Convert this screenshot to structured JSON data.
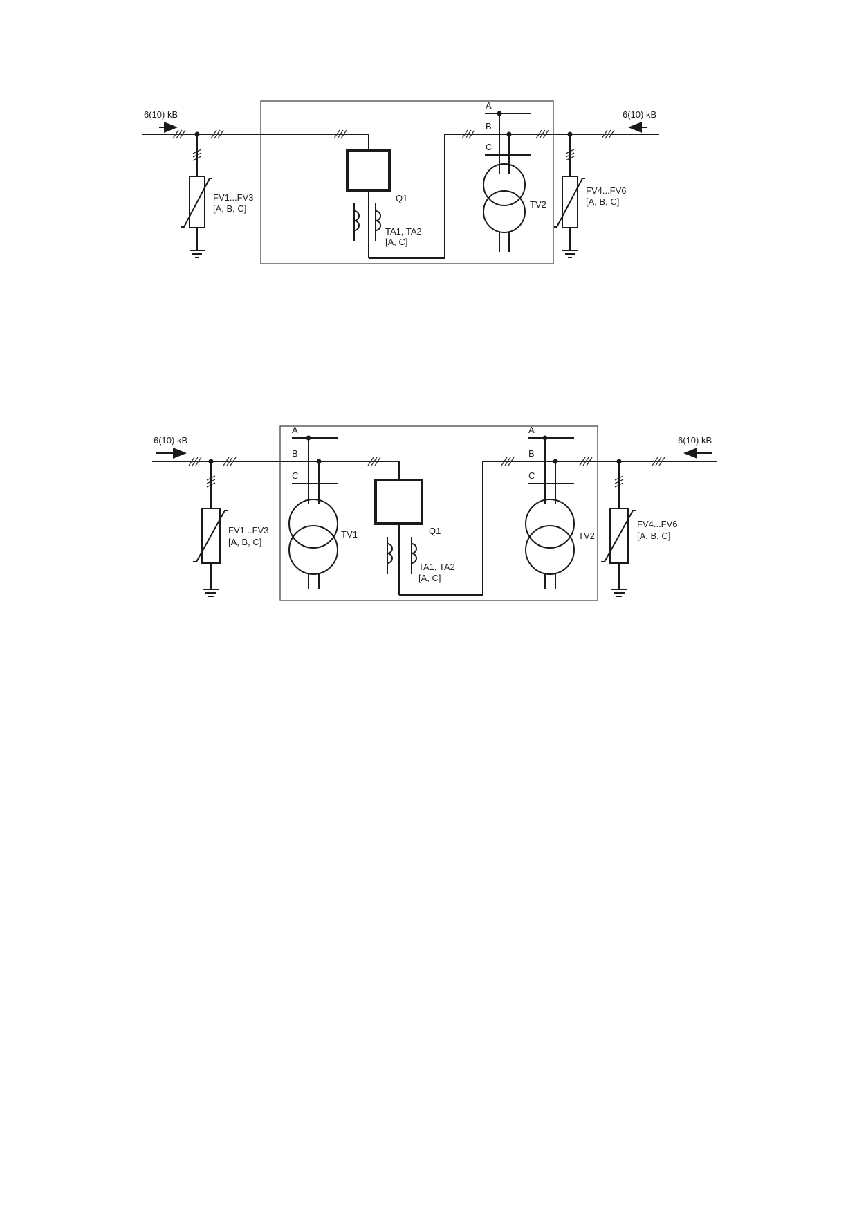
{
  "diagram1": {
    "voltage_left": "6(10) kB",
    "voltage_right": "6(10) kB",
    "arrester_left_label": "FV1...FV3",
    "arrester_left_phases": "[A, B, C]",
    "arrester_right_label": "FV4...FV6",
    "arrester_right_phases": "[A, B, C]",
    "breaker_label": "Q1",
    "ct_label": "TA1, TA2",
    "ct_phases": "[A, C]",
    "vt_label": "TV2",
    "phase_a": "A",
    "phase_b": "B",
    "phase_c": "C"
  },
  "diagram2": {
    "voltage_left": "6(10) kB",
    "voltage_right": "6(10) kB",
    "arrester_left_label": "FV1...FV3",
    "arrester_left_phases": "[A, B, C]",
    "arrester_right_label": "FV4...FV6",
    "arrester_right_phases": "[A, B, C]",
    "breaker_label": "Q1",
    "ct_label": "TA1, TA2",
    "ct_phases": "[A, C]",
    "vt1_label": "TV1",
    "vt2_label": "TV2",
    "left_phase_a": "A",
    "left_phase_b": "B",
    "left_phase_c": "C",
    "right_phase_a": "A",
    "right_phase_b": "B",
    "right_phase_c": "C"
  }
}
